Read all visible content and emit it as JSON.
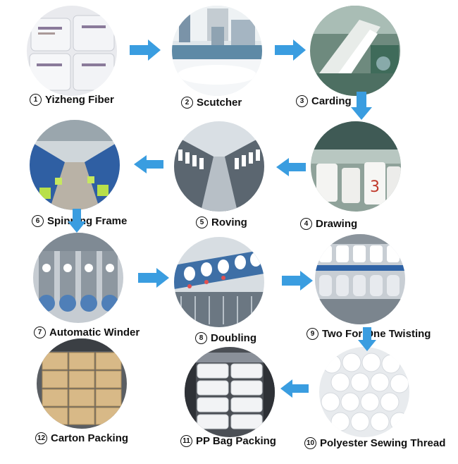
{
  "steps": [
    {
      "num": "1",
      "label": "Yizheng Fiber",
      "icon": "fiber-bales-photo"
    },
    {
      "num": "2",
      "label": "Scutcher",
      "icon": "scutcher-machine-photo"
    },
    {
      "num": "3",
      "label": "Carding",
      "icon": "carding-machine-photo"
    },
    {
      "num": "4",
      "label": "Drawing",
      "icon": "drawing-cans-photo"
    },
    {
      "num": "5",
      "label": "Roving",
      "icon": "roving-frames-photo"
    },
    {
      "num": "6",
      "label": "Spinning Frame",
      "icon": "spinning-hall-photo"
    },
    {
      "num": "7",
      "label": "Automatic Winder",
      "icon": "auto-winder-photo"
    },
    {
      "num": "8",
      "label": "Doubling",
      "icon": "doubling-machine-photo"
    },
    {
      "num": "9",
      "label": "Two For One Twisting",
      "icon": "twister-machine-photo"
    },
    {
      "num": "10",
      "label": "Polyester Sewing Thread",
      "icon": "thread-cones-photo"
    },
    {
      "num": "11",
      "label": "PP Bag Packing",
      "icon": "pp-bag-stack-photo"
    },
    {
      "num": "12",
      "label": "Carton Packing",
      "icon": "carton-stack-photo"
    }
  ],
  "colors": {
    "arrow": "#3a9de0",
    "text": "#111111"
  }
}
